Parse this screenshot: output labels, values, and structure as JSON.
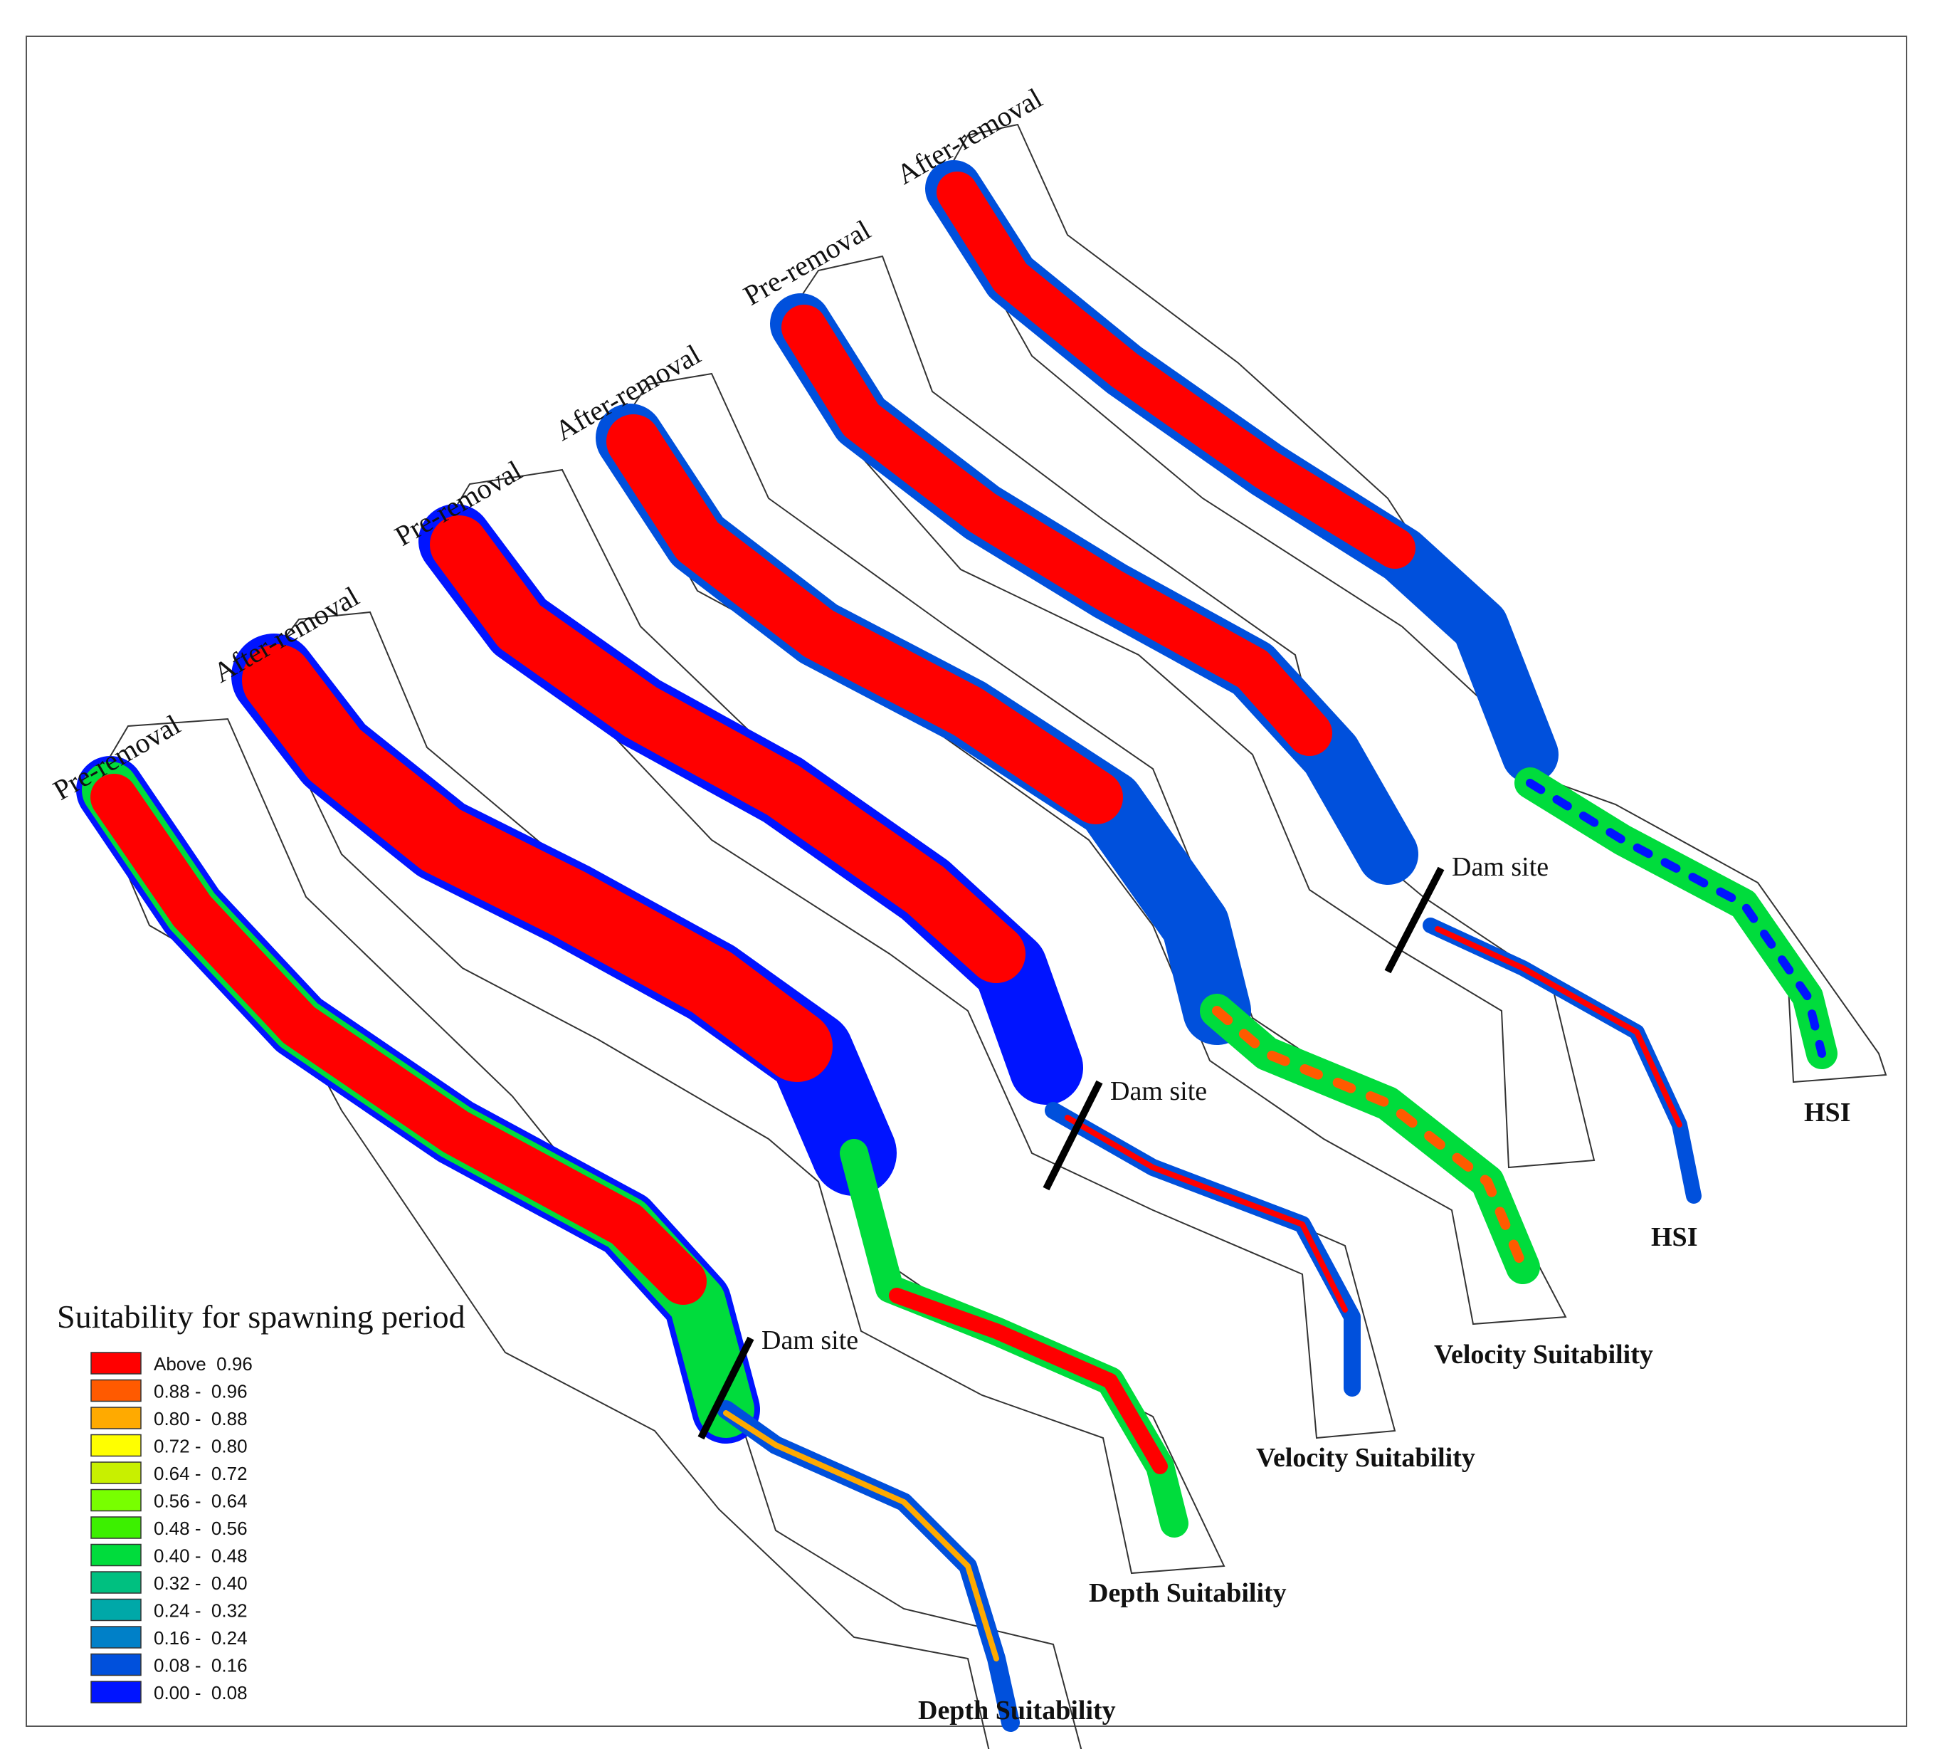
{
  "legend": {
    "title": "Suitability for spawning period",
    "classes": [
      {
        "label": "Above  0.96",
        "color": "#ff0000"
      },
      {
        "label": "0.88 -  0.96",
        "color": "#ff5a00"
      },
      {
        "label": "0.80 -  0.88",
        "color": "#ffaa00"
      },
      {
        "label": "0.72 -  0.80",
        "color": "#ffff00"
      },
      {
        "label": "0.64 -  0.72",
        "color": "#c8f000"
      },
      {
        "label": "0.56 -  0.64",
        "color": "#78ff00"
      },
      {
        "label": "0.48 -  0.56",
        "color": "#3cf000"
      },
      {
        "label": "0.40 -  0.48",
        "color": "#00dc3c"
      },
      {
        "label": "0.32 -  0.40",
        "color": "#00c080"
      },
      {
        "label": "0.24 -  0.32",
        "color": "#00a8a8"
      },
      {
        "label": "0.16 -  0.24",
        "color": "#0080c8"
      },
      {
        "label": "0.08 -  0.16",
        "color": "#0050dc"
      },
      {
        "label": "0.00 -  0.08",
        "color": "#0014ff"
      }
    ]
  },
  "dam_label": "Dam site",
  "panels": [
    {
      "stage": "Pre-removal",
      "variable": "Depth Suitability"
    },
    {
      "stage": "After-removal",
      "variable": "Depth Suitability"
    },
    {
      "stage": "Pre-removal",
      "variable": "Velocity Suitability"
    },
    {
      "stage": "After-removal",
      "variable": "Velocity Suitability"
    },
    {
      "stage": "Pre-removal",
      "variable": "HSI"
    },
    {
      "stage": "After-removal",
      "variable": "HSI"
    }
  ]
}
